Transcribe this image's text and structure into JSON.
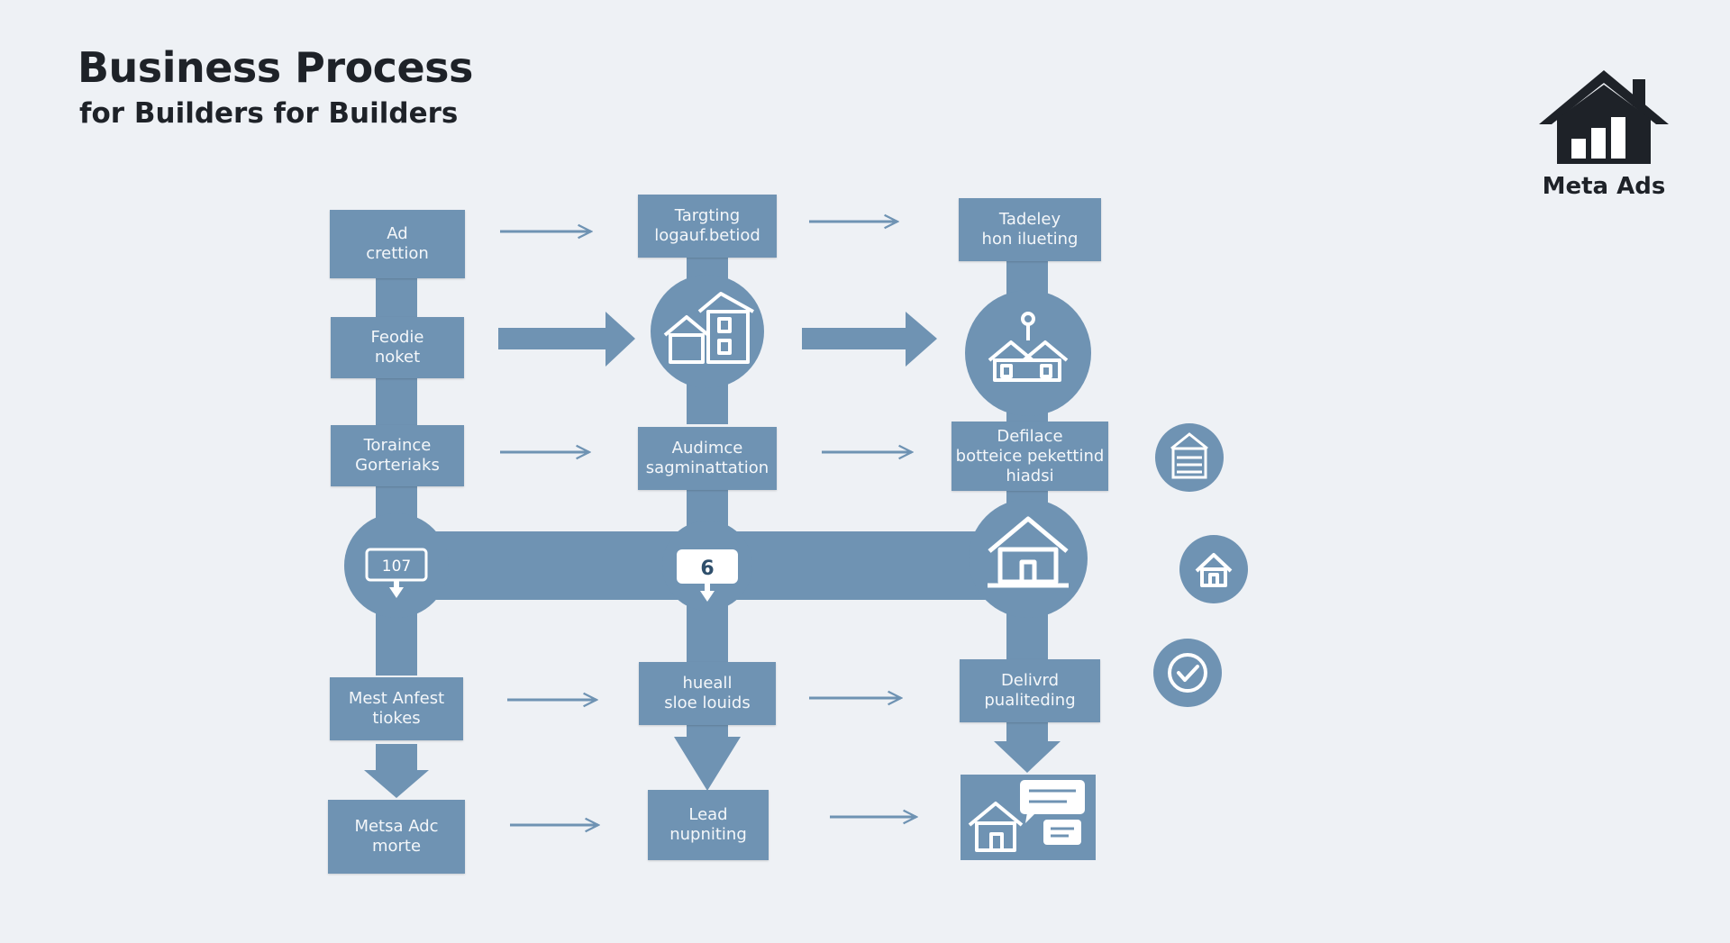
{
  "header": {
    "title": "Business Process",
    "subtitle": "for Builders for Builders"
  },
  "logo": {
    "label": "Meta Ads",
    "icon": "house-chart-icon"
  },
  "colors": {
    "node": "#6f93b3",
    "node_text": "#f4f7fa",
    "arrow": "#6f93b3",
    "background": "#eef1f5",
    "title": "#1e2228"
  },
  "nodes": {
    "r1c1": "Ad\ncrettion",
    "r1c2": "Targting\nlogauf.betiod",
    "r1c3": "Tadeley\nhon ilueting",
    "r2c1": "Feodie\nnoket",
    "r3c1": "Toraince\nGorteriaks",
    "r3c2": "Audimce\nsagminattation",
    "r3c3": "Defilace\nbotteice pekettind\nhiadsi",
    "r4c1": "Mest Anfest\ntiokes",
    "r4c2": "hueall\nsloe louids",
    "r4c3": "Delivrd\npualiteding",
    "r5c1": "Metsa Adc\nmorte",
    "r5c2": "Lead\nnupniting"
  },
  "badges": {
    "counter": "107",
    "step": "6"
  },
  "side_icons": [
    "building-icon",
    "home-icon",
    "check-icon"
  ]
}
